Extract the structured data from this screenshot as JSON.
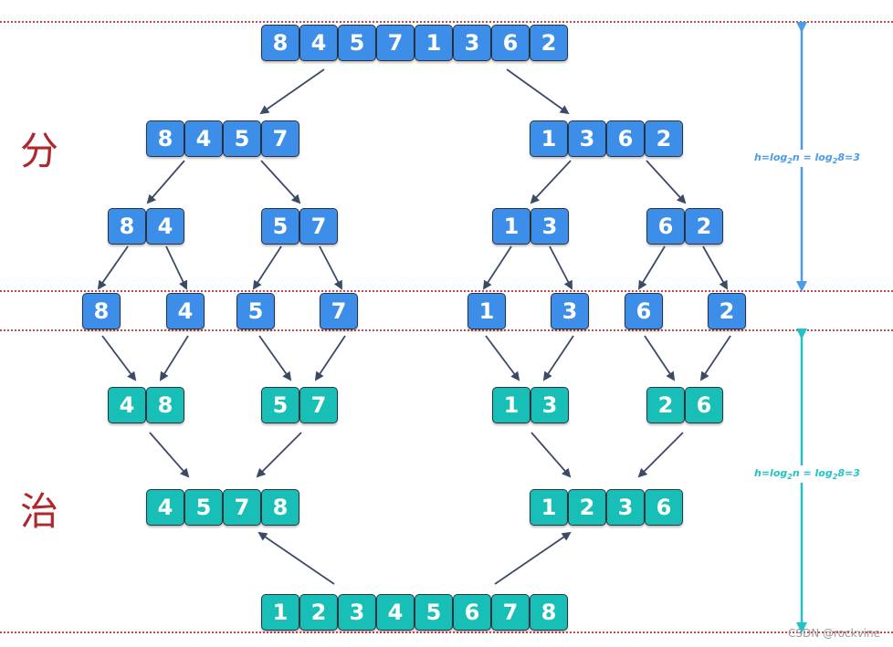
{
  "colors": {
    "divide_fill": "#3d8ee8",
    "conquer_fill": "#18bfb7",
    "arrow": "#3d4a66",
    "divider_line": "#c24a4a",
    "height_arrow_divide": "#4a9be8",
    "height_arrow_conquer": "#21c3c4"
  },
  "labels": {
    "divide": "分",
    "conquer": "治",
    "height_divide": {
      "h": "h=log",
      "sub1": "2",
      "mid": "n = log",
      "sub2": "2",
      "end": "8=3"
    },
    "height_conquer": {
      "h": "h=log",
      "sub1": "2",
      "mid": "n = log",
      "sub2": "2",
      "end": "8=3"
    },
    "watermark": "CSDN @rockvine"
  },
  "divide": {
    "level0": [
      [
        "8",
        "4",
        "5",
        "7",
        "1",
        "3",
        "6",
        "2"
      ]
    ],
    "level1": [
      [
        "8",
        "4",
        "5",
        "7"
      ],
      [
        "1",
        "3",
        "6",
        "2"
      ]
    ],
    "level2": [
      [
        "8",
        "4"
      ],
      [
        "5",
        "7"
      ],
      [
        "1",
        "3"
      ],
      [
        "6",
        "2"
      ]
    ],
    "level3": [
      [
        "8"
      ],
      [
        "4"
      ],
      [
        "5"
      ],
      [
        "7"
      ],
      [
        "1"
      ],
      [
        "3"
      ],
      [
        "6"
      ],
      [
        "2"
      ]
    ]
  },
  "conquer": {
    "level1": [
      [
        "4",
        "8"
      ],
      [
        "5",
        "7"
      ],
      [
        "1",
        "3"
      ],
      [
        "2",
        "6"
      ]
    ],
    "level2": [
      [
        "4",
        "5",
        "7",
        "8"
      ],
      [
        "1",
        "2",
        "3",
        "6"
      ]
    ],
    "level3": [
      [
        "1",
        "2",
        "3",
        "4",
        "5",
        "6",
        "7",
        "8"
      ]
    ]
  }
}
